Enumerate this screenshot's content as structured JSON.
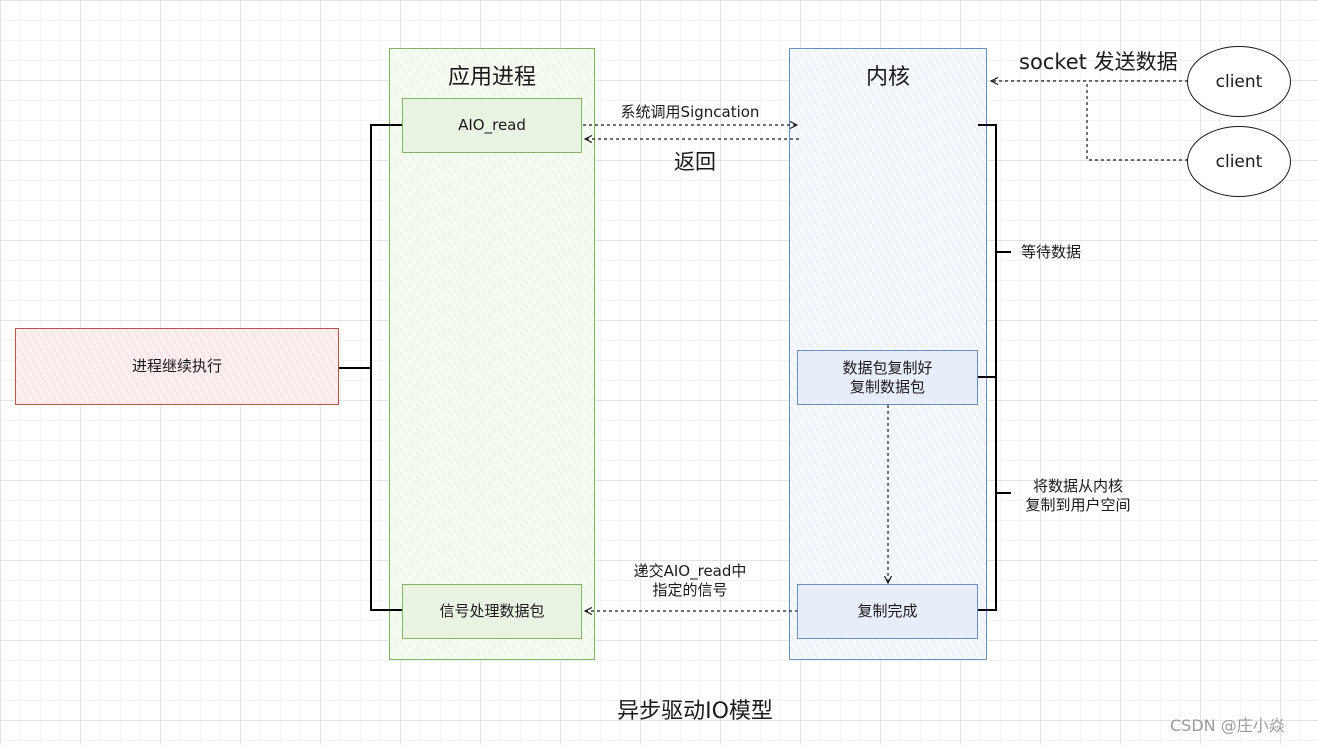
{
  "lanes": {
    "app": {
      "title": "应用进程"
    },
    "kernel": {
      "title": "内核"
    }
  },
  "boxes": {
    "aio_read": "AIO_read",
    "signal_handle": "信号处理数据包",
    "packet_ready": [
      "数据包复制好",
      "复制数据包"
    ],
    "copy_done": "复制完成",
    "continue_exec": "进程继续执行"
  },
  "clients": [
    "client",
    "client"
  ],
  "labels": {
    "syscall": "系统调用Signcation",
    "return": "返回",
    "socket_send": "socket 发送数据",
    "wait_data": "等待数据",
    "copy_to_user": [
      "将数据从内核",
      "复制到用户空间"
    ],
    "deliver_signal": [
      "递交AIO_read中",
      "指定的信号"
    ]
  },
  "caption": "异步驱动IO模型",
  "watermark": "CSDN @庄小焱",
  "colors": {
    "app_lane": "#82b366",
    "kernel_lane": "#6c8ebf",
    "continue_box": "#b85450"
  }
}
